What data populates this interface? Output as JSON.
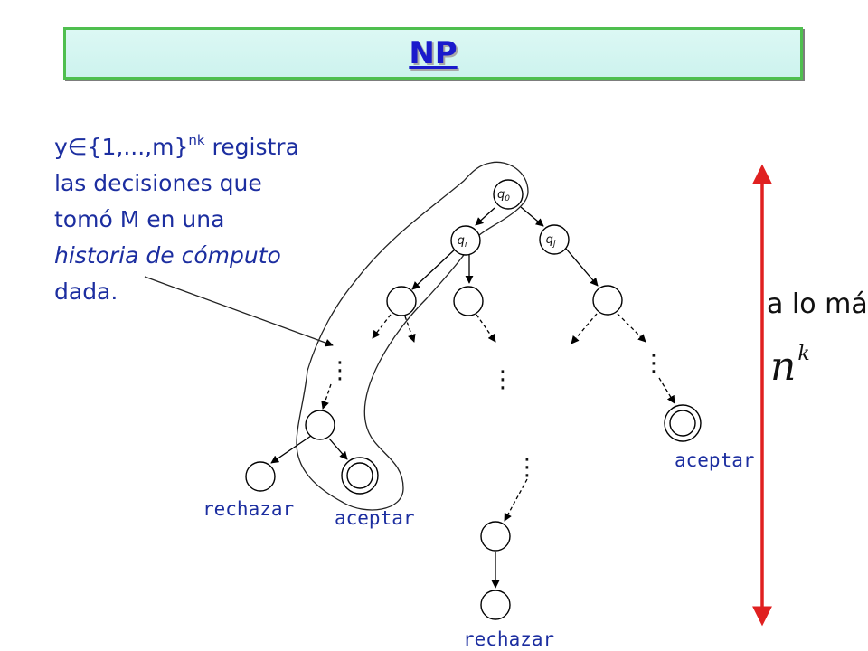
{
  "title": "NP",
  "description": {
    "var": "y",
    "element_of": "∈",
    "set": "{1,...,m}",
    "superscript": "nk",
    "after_set": " registra",
    "line2": "las decisiones que",
    "line3": "tomó M en una",
    "line4_italic": "historia de cómputo",
    "line5": "dada."
  },
  "states": {
    "q0": "q",
    "q0_sub": "0",
    "qi": "q",
    "qi_sub": "i",
    "qj": "q",
    "qj_sub": "j"
  },
  "outcomes": {
    "reject_left": "rechazar",
    "accept_left": "aceptar",
    "accept_right": "aceptar",
    "reject_bottom": "rechazar"
  },
  "dots": "⋮",
  "height_label": {
    "text": "a lo má",
    "n": "n",
    "k": "k"
  },
  "colors": {
    "title_text": "#1a1acc",
    "title_border": "#4fbf4f",
    "title_bg": "#cdf3ee",
    "text_blue": "#1c2ea0",
    "arrow_red": "#e02020"
  }
}
